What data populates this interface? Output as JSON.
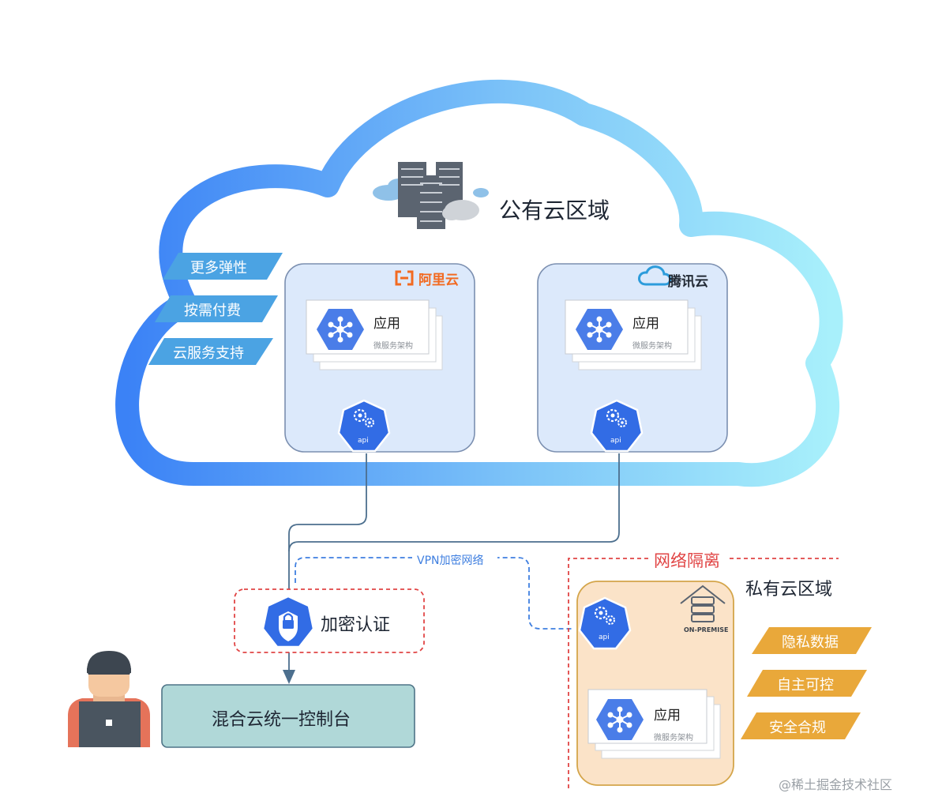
{
  "public_cloud": {
    "title": "公有云区域"
  },
  "public_features": [
    "更多弹性",
    "按需付费",
    "云服务支持"
  ],
  "aliyun": {
    "brand": "阿里云",
    "app_title": "应用",
    "app_sub": "微服务架构",
    "api_label": "api"
  },
  "tencent": {
    "brand": "腾讯云",
    "app_title": "应用",
    "app_sub": "微服务架构",
    "api_label": "api"
  },
  "network_isolation": "网络隔离",
  "private_cloud": {
    "title": "私有云区域",
    "onprem_label": "ON-PREMISE",
    "app_title": "应用",
    "app_sub": "微服务架构",
    "api_label": "api"
  },
  "private_features": [
    "隐私数据",
    "自主可控",
    "安全合规"
  ],
  "vpn_label": "VPN加密网络",
  "auth_label": "加密认证",
  "console_label": "混合云统一控制台",
  "watermark": "@稀土掘金技术社区",
  "colors": {
    "cloud_blue": "#3b82f6",
    "cloud_cyan": "#a5effb",
    "feature_blue": "#4ba3e3",
    "feature_orange": "#e9a83a",
    "isolation_red": "#e14545",
    "vpn_blue": "#3f7fe0",
    "k8s_blue": "#326ce5"
  }
}
